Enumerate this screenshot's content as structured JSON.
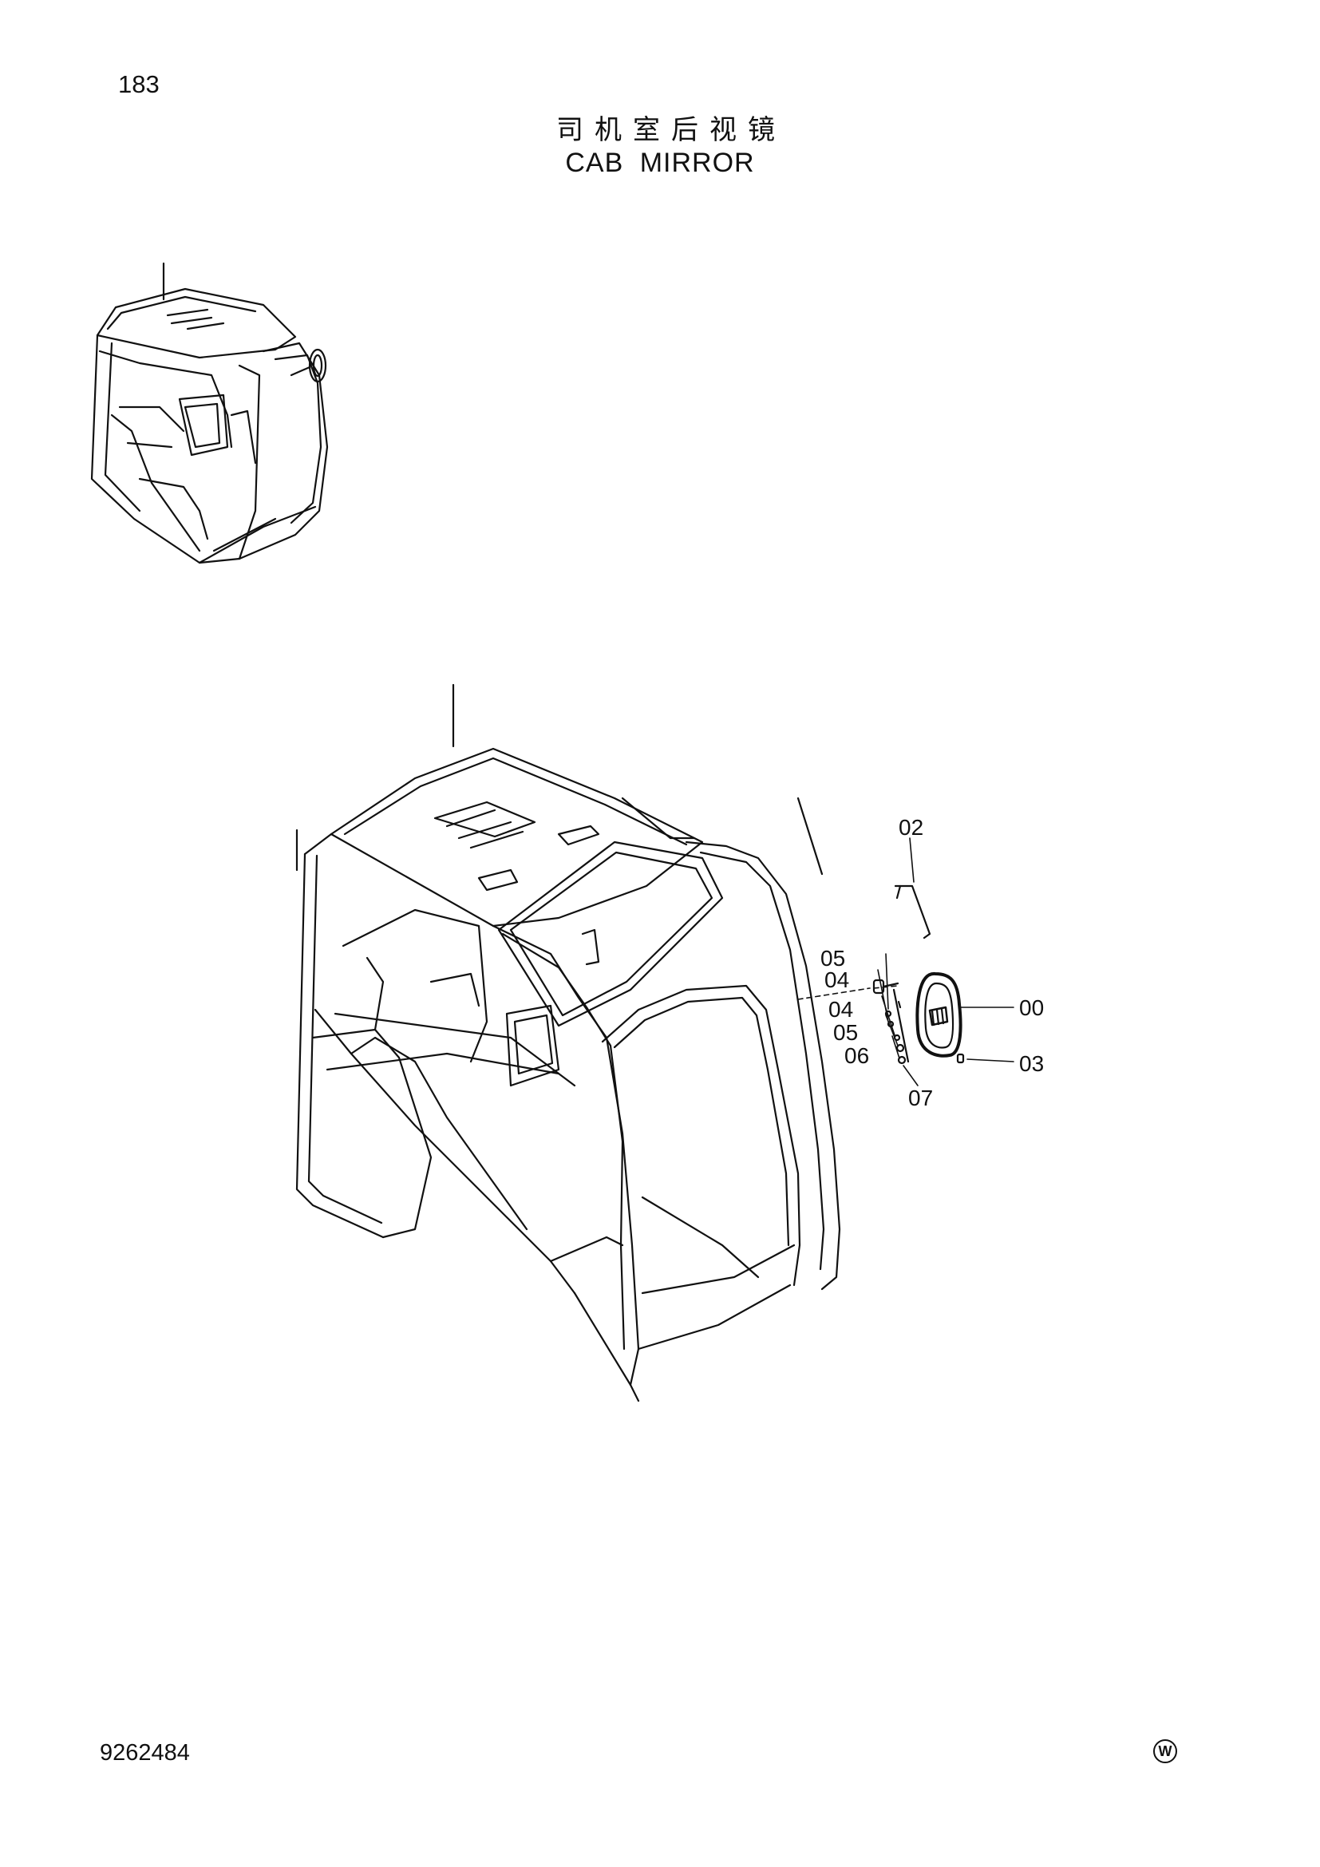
{
  "page": {
    "number": "183"
  },
  "header": {
    "title_cn": "司机室后视镜",
    "title_en": "CAB MIRROR"
  },
  "callouts": [
    {
      "id": "00",
      "label": "00"
    },
    {
      "id": "02",
      "label": "02"
    },
    {
      "id": "03",
      "label": "03"
    },
    {
      "id": "04a",
      "label": "04"
    },
    {
      "id": "04b",
      "label": "04"
    },
    {
      "id": "05a",
      "label": "05"
    },
    {
      "id": "05b",
      "label": "05"
    },
    {
      "id": "06",
      "label": "06"
    },
    {
      "id": "07",
      "label": "07"
    }
  ],
  "footer": {
    "doc_number": "9262484",
    "mark": "W"
  }
}
